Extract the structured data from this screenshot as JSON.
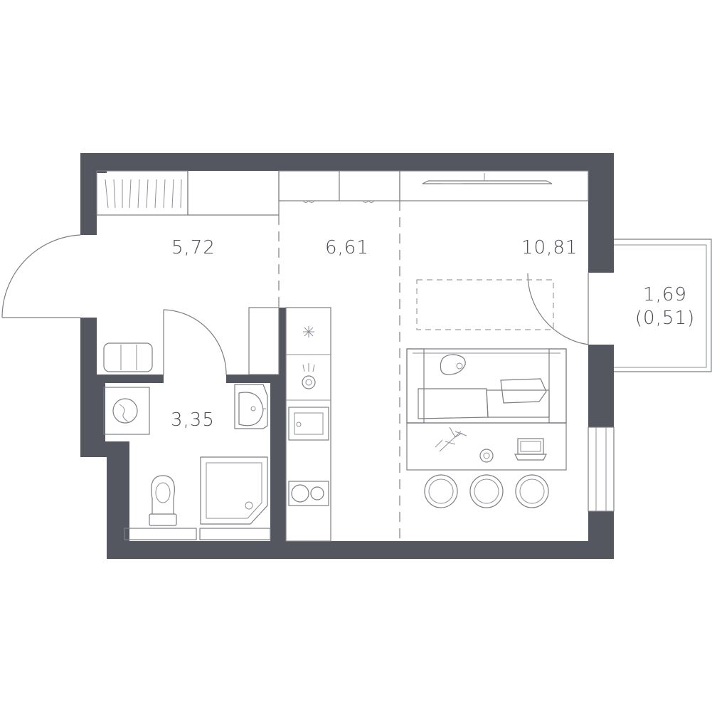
{
  "rooms": {
    "hall_area": "5,72",
    "kitchen_area": "6,61",
    "living_area": "10,81",
    "bathroom_area": "3,35",
    "balcony_area": "1,69",
    "balcony_area_reduced": "(0,51)"
  },
  "colors": {
    "wall": "#54575f",
    "line": "#7b7e86",
    "text": "#4a4d57",
    "background": "#ffffff"
  },
  "icons": [
    "wardrobe-icon",
    "kitchen-cabinets-icon",
    "tv-icon",
    "entrance-door-icon",
    "bathroom-door-icon",
    "balcony-door-icon",
    "chair-icon",
    "washing-machine-icon",
    "sink-icon",
    "toilet-icon",
    "shower-icon",
    "fridge-icon",
    "hood-icon",
    "kitchen-sink-icon",
    "stove-icon",
    "sofa-icon",
    "cushion-icon",
    "coffee-table-icon",
    "plant-icon",
    "laptop-icon",
    "stool-icon",
    "window-icon"
  ]
}
